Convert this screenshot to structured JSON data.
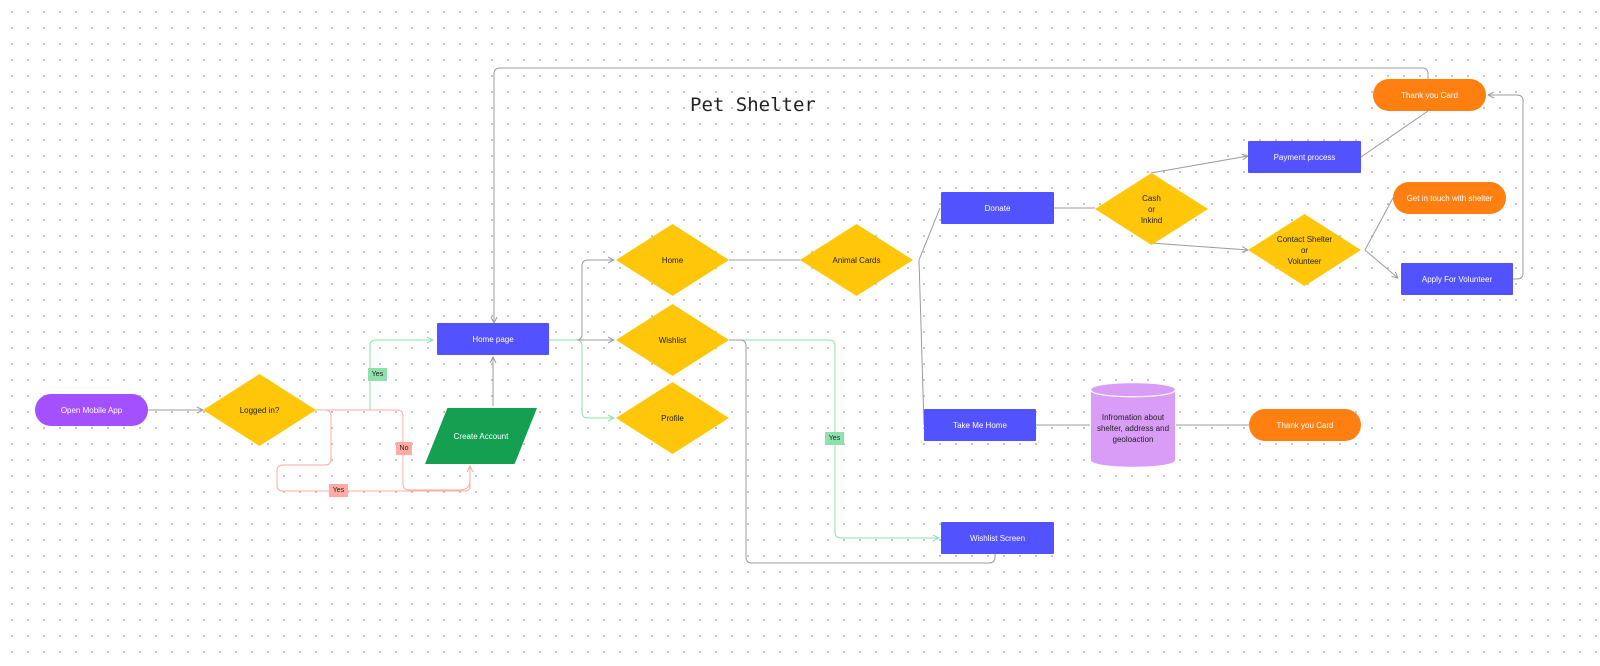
{
  "title": "Pet Shelter",
  "nodes": {
    "open_mobile_app": "Open Mobile App",
    "logged_in": "Logged in?",
    "home_page": "Home page",
    "create_account": "Create Account",
    "home": "Home",
    "wishlist": "Wishlist",
    "profile": "Profile",
    "animal_cards": "Animal Cards",
    "donate": "Donate",
    "cash_or_inkind": [
      "Cash",
      "or",
      "Inkind"
    ],
    "payment_process": "Payment process",
    "thank_you_card_top": "Thank you Card",
    "get_in_touch": "Get in touch with shelter",
    "contact_shelter_or_volunteer": [
      "Contact Shelter",
      "or",
      "Volunteer"
    ],
    "apply_for_volunteer": "Apply For Volunteer",
    "take_me_home": "Take Me Home",
    "information": [
      "Infromation about",
      "shelter, address and",
      "geoloaction"
    ],
    "thank_you_card_bottom": "Thank you Card",
    "wishlist_screen": "Wishlist Screen"
  },
  "edge_labels": {
    "yes_login": "Yes",
    "no_login": "No",
    "yes_create": "Yes",
    "yes_wishlist": "Yes"
  },
  "colors": {
    "process": "#5352ff",
    "decision": "#ffc60a",
    "terminal_start": "#a351ff",
    "terminal_end": "#ff7f11",
    "input": "#14a050",
    "database": "#d99cf7",
    "yes_edge": "#8ee0ad",
    "no_edge": "#ffaaa3",
    "default_edge": "#9b9b9b"
  }
}
